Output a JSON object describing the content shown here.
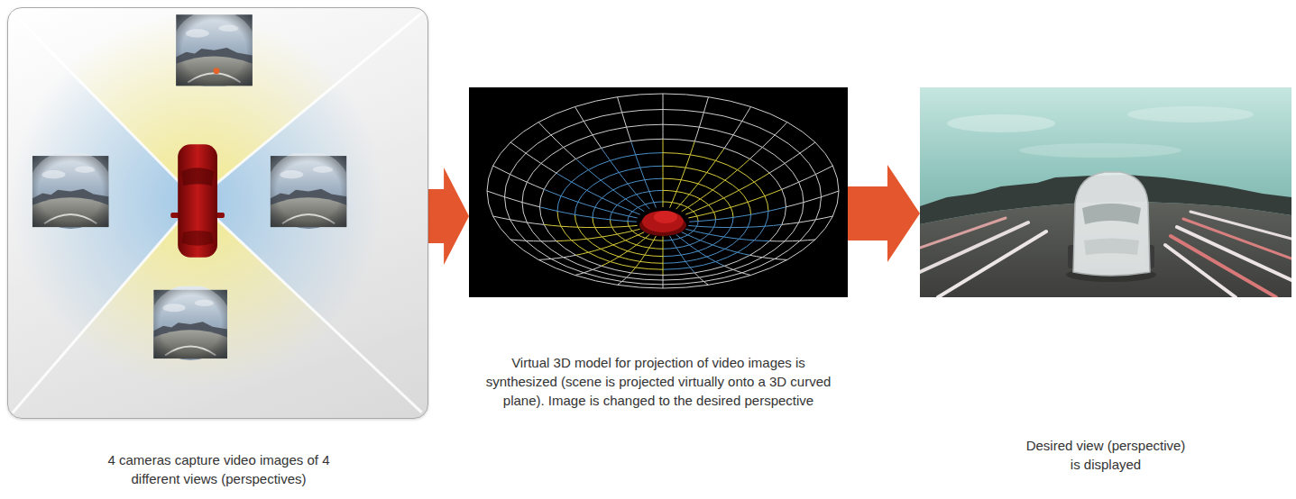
{
  "diagram": {
    "nodes": [
      {
        "text": [
          "4 cameras capture video images of 4 different views (perspectives)"
        ]
      },
      {
        "text": [
          "Virtual 3D model for projection of video images is synthesized (scene is projected virtually onto a 3D curved plane). Image is changed to the desired perspective"
        ]
      },
      {
        "text": [
          "Desired view (perspective) is displayed"
        ]
      }
    ],
    "edges": [
      {
        "from": 0,
        "to": 1,
        "arrow": "to"
      },
      {
        "from": 1,
        "to": 2,
        "arrow": "to"
      }
    ]
  }
}
